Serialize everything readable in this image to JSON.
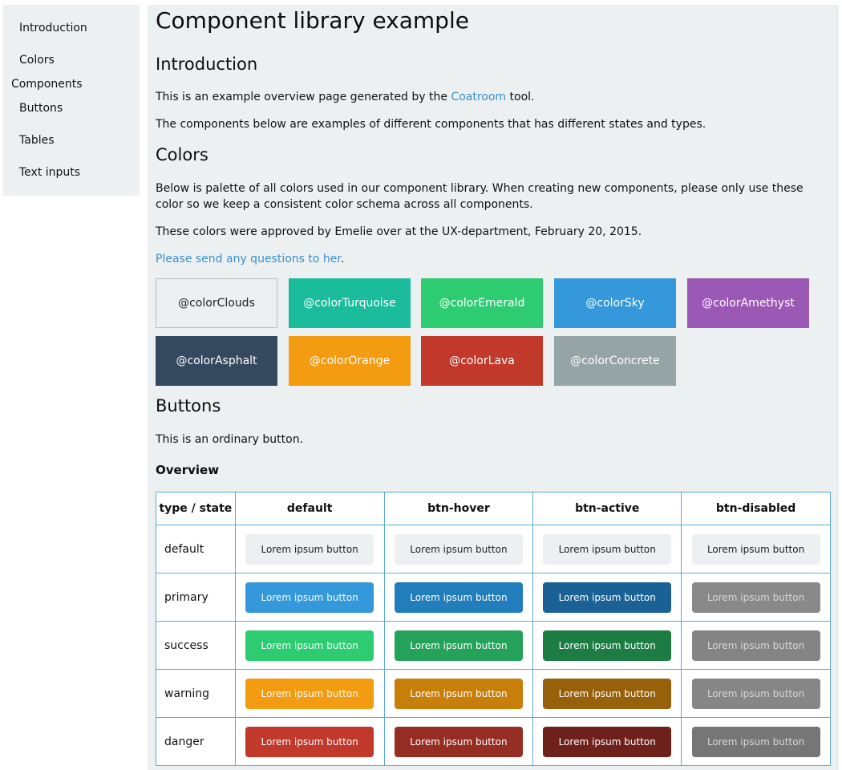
{
  "sidebar": {
    "items": [
      {
        "label": "Introduction"
      },
      {
        "label": "Colors"
      },
      {
        "label": "Components"
      },
      {
        "label": "Buttons"
      },
      {
        "label": "Tables"
      },
      {
        "label": "Text inputs"
      }
    ]
  },
  "page": {
    "title": "Component library example"
  },
  "intro": {
    "heading": "Introduction",
    "p1_before": "This is an example overview page generated by the ",
    "p1_link": "Coatroom",
    "p1_after": " tool.",
    "p2": "The components below are examples of different components that has different states and types."
  },
  "colors": {
    "heading": "Colors",
    "p1": "Below is palette of all colors used in our component library. When creating new components, please only use these color so we keep a consistent color schema across all components.",
    "p2": "These colors were approved by Emelie over at the UX-department, February 20, 2015.",
    "link": "Please send any questions to her",
    "link_after": ".",
    "swatches": [
      {
        "name": "@colorClouds",
        "color": "#ecf0f1"
      },
      {
        "name": "@colorTurquoise",
        "color": "#1abc9c"
      },
      {
        "name": "@colorEmerald",
        "color": "#2ecc71"
      },
      {
        "name": "@colorSky",
        "color": "#3498db"
      },
      {
        "name": "@colorAmethyst",
        "color": "#9b59b6"
      },
      {
        "name": "@colorAsphalt",
        "color": "#34495e"
      },
      {
        "name": "@colorOrange",
        "color": "#f39c12"
      },
      {
        "name": "@colorLava",
        "color": "#c0392b"
      },
      {
        "name": "@colorConcrete",
        "color": "#95a5a6"
      }
    ]
  },
  "buttons": {
    "heading": "Buttons",
    "desc": "This is an ordinary button.",
    "overview_heading": "Overview",
    "table": {
      "headers": [
        "type / state",
        "default",
        "btn-hover",
        "btn-active",
        "btn-disabled"
      ],
      "button_label": "Lorem ipsum button",
      "rows": [
        {
          "type": "default",
          "colors": [
            "#ecf0f1",
            "#ecf0f1",
            "#ecf0f1",
            "#ecf0f1"
          ]
        },
        {
          "type": "primary",
          "colors": [
            "#3498db",
            "#217dbb",
            "#1a6195",
            "#898989"
          ]
        },
        {
          "type": "success",
          "colors": [
            "#2ecc71",
            "#25a25a",
            "#1c7c44",
            "#848484"
          ]
        },
        {
          "type": "warning",
          "colors": [
            "#f39c12",
            "#c87f0a",
            "#97600a",
            "#868686"
          ]
        },
        {
          "type": "danger",
          "colors": [
            "#c0392b",
            "#962d22",
            "#6d211a",
            "#767676"
          ]
        }
      ]
    }
  }
}
